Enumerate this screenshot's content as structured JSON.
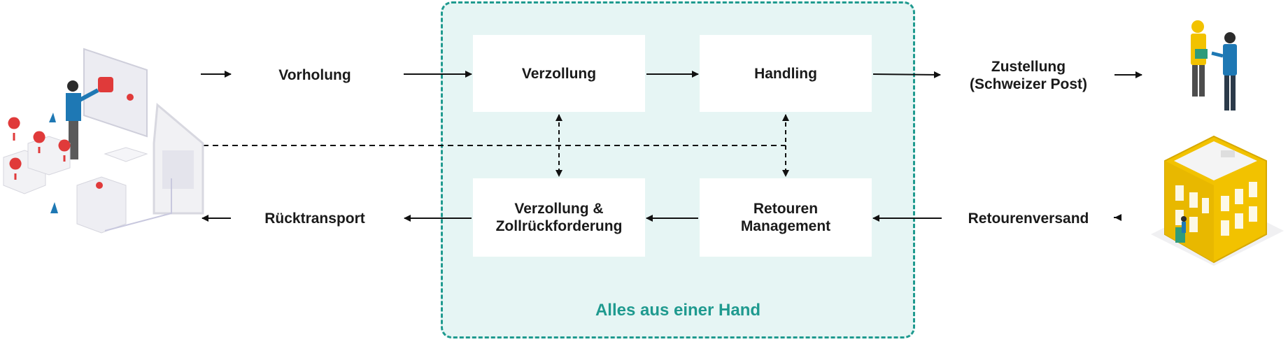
{
  "diagram": {
    "boxes": {
      "verzollung": "Verzollung",
      "handling": "Handling",
      "verzollung_zoll": "Verzollung &\nZollrückforderung",
      "retouren_management": "Retouren\nManagement"
    },
    "labels": {
      "vorholung": "Vorholung",
      "zustellung": "Zustellung\n(Schweizer Post)",
      "ruecktransport": "Rücktransport",
      "retourenversand": "Retourenversand"
    },
    "region_label": "Alles aus einer Hand",
    "colors": {
      "accent": "#1f9a8f",
      "region_fill": "#e6f5f4",
      "shopper_blue": "#1e78b4",
      "marker_red": "#e03a3a",
      "post_yellow": "#f2c200"
    },
    "illustrations": {
      "left": "online-shop-icon",
      "top_right": "parcel-delivery-icon",
      "bottom_right": "post-building-icon"
    }
  }
}
